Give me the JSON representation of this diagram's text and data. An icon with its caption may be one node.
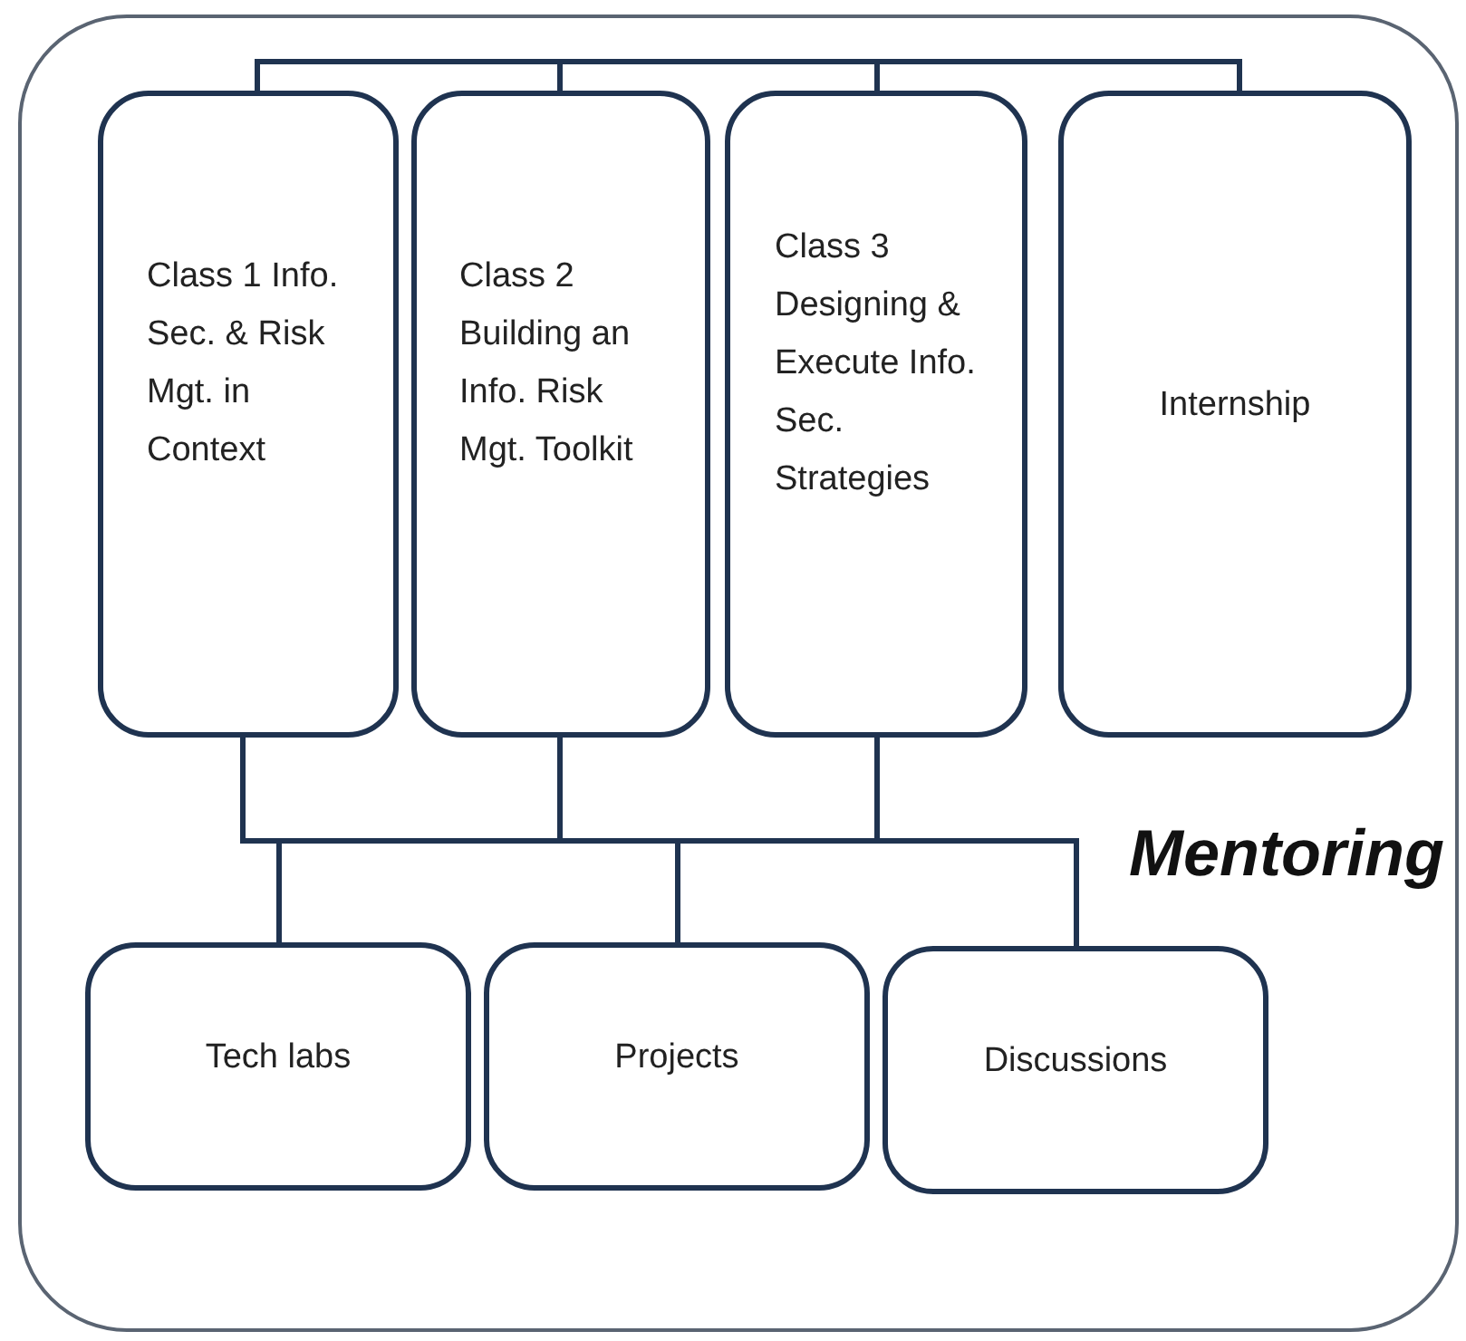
{
  "diagram": {
    "nodes": [
      {
        "text": [
          "Mentoring"
        ]
      },
      {
        "text": [
          "Class 1 Info. Sec. & Risk Mgt. in Context"
        ],
        "in": 0
      },
      {
        "text": [
          "Class 2 Building an Info. Risk Mgt. Toolkit"
        ],
        "in": 0
      },
      {
        "text": [
          "Class 3 Designing & Execute Info. Sec. Strategies"
        ],
        "in": 0
      },
      {
        "text": [
          "Internship"
        ],
        "in": 0
      },
      {
        "text": [
          "Tech labs"
        ],
        "in": 0
      },
      {
        "text": [
          "Projects"
        ],
        "in": 0
      },
      {
        "text": [
          "Discussions"
        ],
        "in": 0
      }
    ],
    "edges": [
      {
        "from": 1,
        "to": 2,
        "arrow": "none"
      },
      {
        "from": 2,
        "to": 3,
        "arrow": "none"
      },
      {
        "from": 3,
        "to": 4,
        "arrow": "none"
      },
      {
        "from": 1,
        "to": 5,
        "arrow": "none"
      },
      {
        "from": 1,
        "to": 6,
        "arrow": "none"
      },
      {
        "from": 1,
        "to": 7,
        "arrow": "none"
      },
      {
        "from": 2,
        "to": 5,
        "arrow": "none"
      },
      {
        "from": 2,
        "to": 6,
        "arrow": "none"
      },
      {
        "from": 2,
        "to": 7,
        "arrow": "none"
      },
      {
        "from": 3,
        "to": 5,
        "arrow": "none"
      },
      {
        "from": 3,
        "to": 6,
        "arrow": "none"
      },
      {
        "from": 3,
        "to": 7,
        "arrow": "none"
      }
    ]
  }
}
